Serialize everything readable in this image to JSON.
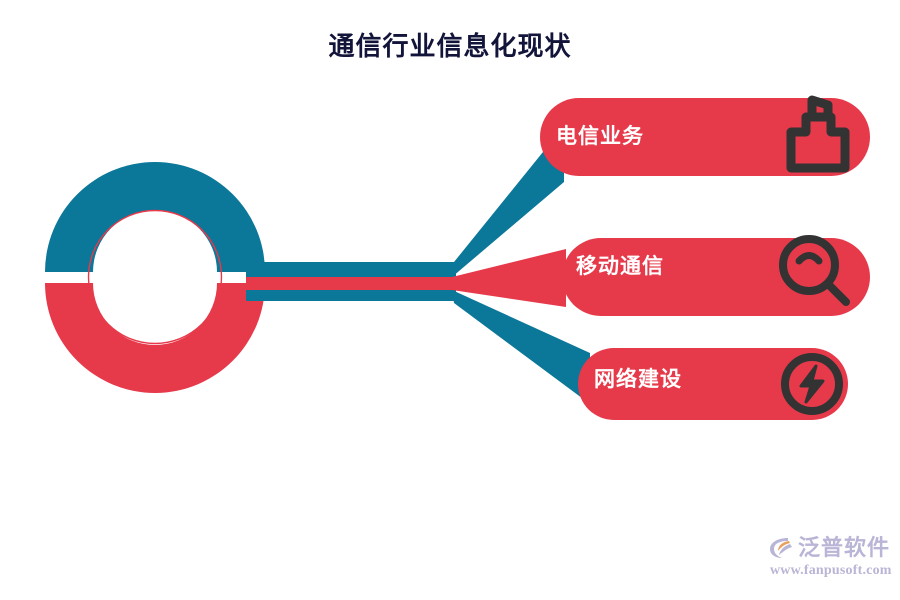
{
  "title": "通信行业信息化现状",
  "colors": {
    "teal": "#0b7799",
    "red": "#e63a4b",
    "pill_red": "#e63a4b",
    "icon_dark": "#333333",
    "title_text": "#12143a",
    "pill_text": "#ffffff",
    "watermark": "#b9b5d6",
    "background": "#ffffff"
  },
  "hub": {
    "name": "hub-ring",
    "top_color": "#0b7799",
    "bottom_color": "#e63a4b",
    "outline_color": "#e63a4b"
  },
  "connector_bar": {
    "stripes": [
      {
        "color": "#0b7799"
      },
      {
        "color": "#e63a4b"
      },
      {
        "color": "#0b7799"
      }
    ]
  },
  "branches": [
    {
      "id": "telecom-service",
      "label": "电信业务",
      "icon": "base-station-icon",
      "connector_color": "#0b7799",
      "pill_color": "#e63a4b"
    },
    {
      "id": "mobile-communication",
      "label": "移动通信",
      "icon": "magnifier-icon",
      "connector_color": "#e63a4b",
      "pill_color": "#e63a4b"
    },
    {
      "id": "network-construction",
      "label": "网络建设",
      "icon": "lightning-bolt-circle-icon",
      "connector_color": "#0b7799",
      "pill_color": "#e63a4b"
    }
  ],
  "watermark": {
    "brand": "泛普软件",
    "url": "www.fanpusoft.com",
    "mark": "fanpu-logo-icon"
  }
}
